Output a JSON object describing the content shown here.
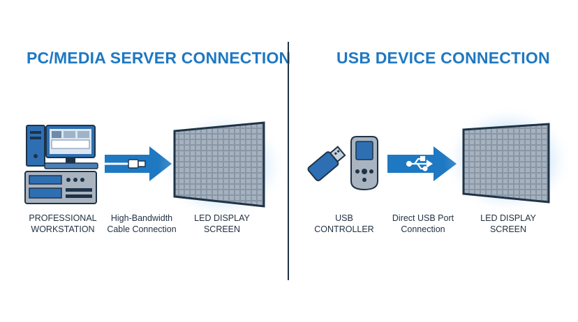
{
  "left_panel": {
    "title": "PC/MEDIA SERVER CONNECTION",
    "labels": {
      "workstation": [
        "PROFESSIONAL",
        "WORKSTATION"
      ],
      "cable": [
        "High-Bandwidth",
        "Cable Connection"
      ],
      "screen": [
        "LED DISPLAY",
        "SCREEN"
      ]
    }
  },
  "right_panel": {
    "title": "USB DEVICE CONNECTION",
    "labels": {
      "controller": [
        "USB",
        "CONTROLLER"
      ],
      "port": [
        "Direct USB Port",
        "Connection"
      ],
      "screen": [
        "LED DISPLAY",
        "SCREEN"
      ]
    }
  },
  "colors": {
    "accent": "#1e78c2",
    "outline": "#1f3347",
    "glow": "#5aa9ec",
    "panel_fill": "#8a96a4"
  },
  "icons": [
    "computer-tower-icon",
    "monitor-icon",
    "keyboard-icon",
    "media-server-icon",
    "hdmi-cable-icon",
    "usb-stick-icon",
    "handheld-controller-icon",
    "usb-symbol-icon",
    "arrow-right-icon",
    "led-screen-icon"
  ]
}
